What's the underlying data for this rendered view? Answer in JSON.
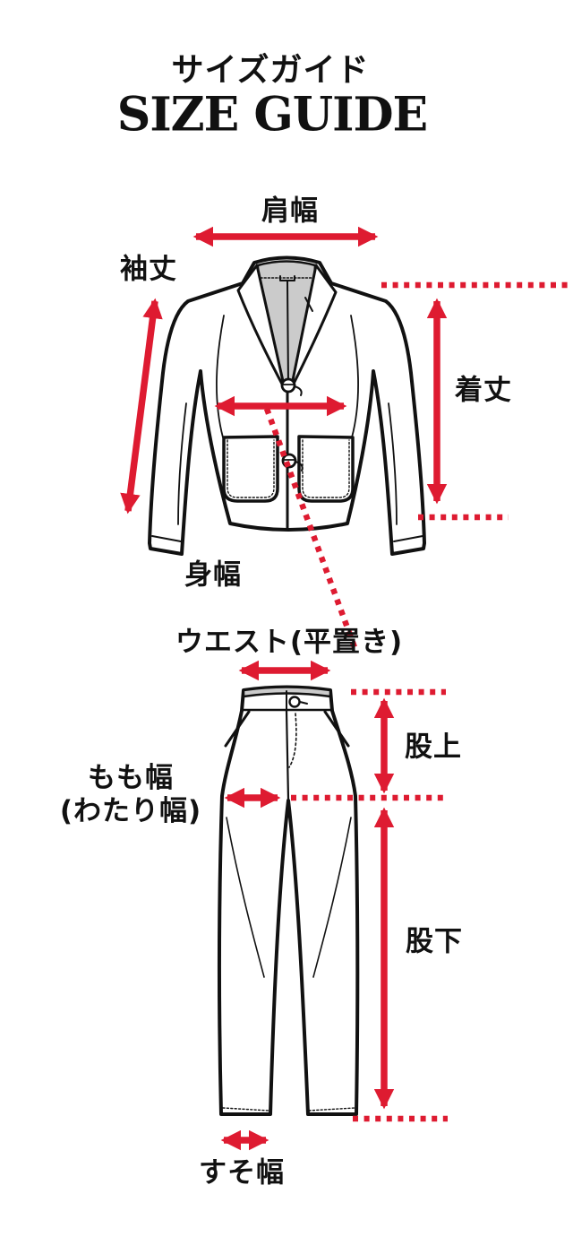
{
  "header": {
    "title_ja": "サイズガイド",
    "title_en": "SIZE GUIDE"
  },
  "labels": {
    "shoulder_width": "肩幅",
    "sleeve_length": "袖丈",
    "body_length": "着丈",
    "body_width": "身幅",
    "waist_flat": "ウエスト(平置き)",
    "rise": "股上",
    "thigh_width_line1": "もも幅",
    "thigh_width_line2": "(わたり幅)",
    "inseam": "股下",
    "hem_width": "すそ幅"
  },
  "colors": {
    "accent_red": "#de1b31",
    "ink": "#111111",
    "lining_gray": "#cbcbcb"
  }
}
